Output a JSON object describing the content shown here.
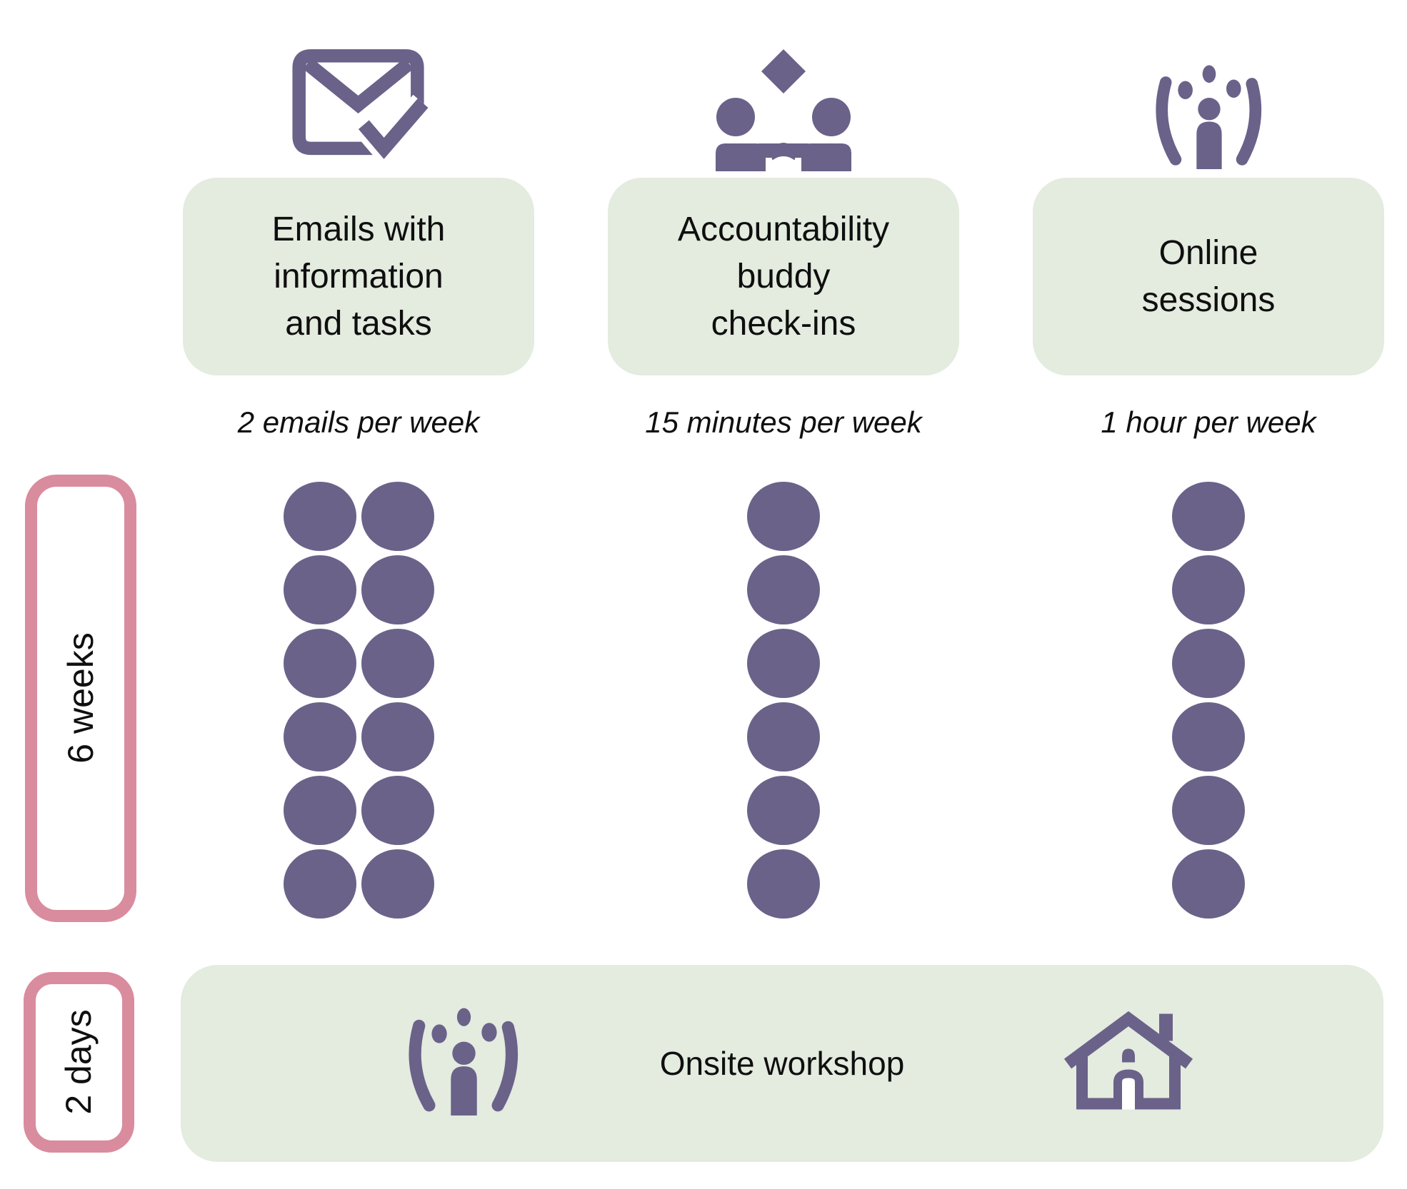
{
  "colors": {
    "purple": "#6a6289",
    "green": "#e4ebdf",
    "pink": "#d98c9e",
    "text": "#0f0f0f"
  },
  "weeks": 6,
  "columns": [
    {
      "id": "emails",
      "icon": "email-check-icon",
      "title": "Emails with\ninformation\nand tasks",
      "frequency": "2 emails per week",
      "weekly_marks": 2
    },
    {
      "id": "buddy",
      "icon": "buddy-checkin-icon",
      "title": "Accountability\nbuddy\ncheck-ins",
      "frequency": "15 minutes per week",
      "weekly_marks": 1
    },
    {
      "id": "online",
      "icon": "community-icon",
      "title": "Online\nsessions",
      "frequency": "1 hour per week",
      "weekly_marks": 1
    }
  ],
  "duration_labels": {
    "weeks_label": "6 weeks",
    "days_label": "2 days"
  },
  "workshop": {
    "label": "Onsite workshop",
    "icons": [
      "community-icon",
      "house-icon"
    ]
  }
}
